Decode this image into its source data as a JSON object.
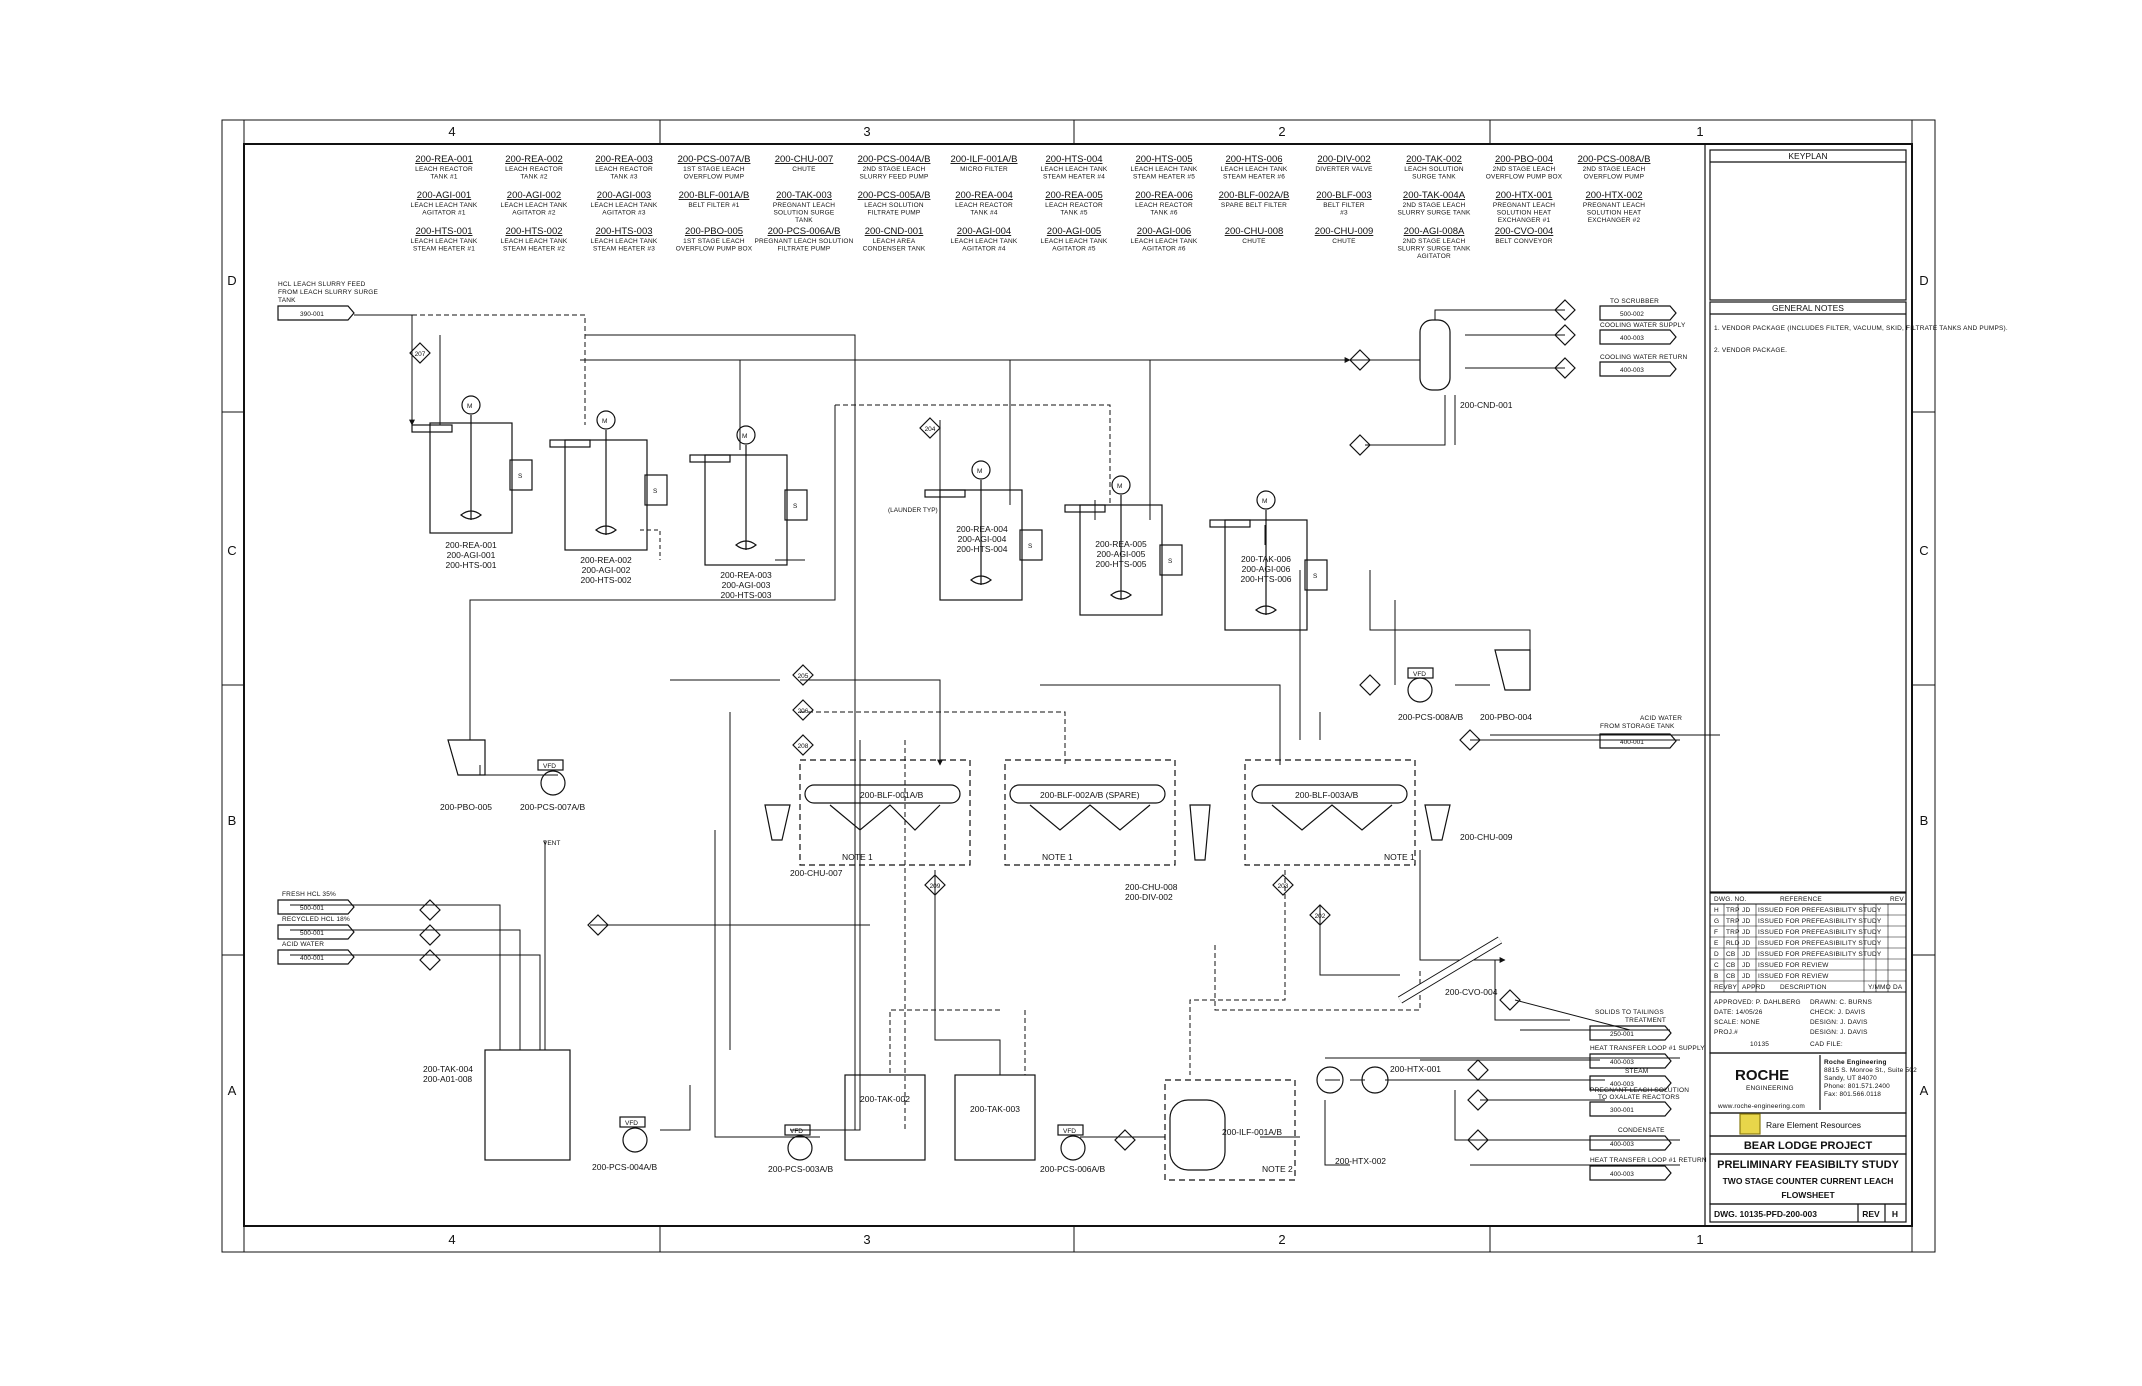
{
  "zones": {
    "columns": [
      "4",
      "3",
      "2",
      "1"
    ],
    "rows": [
      "D",
      "C",
      "B",
      "A"
    ]
  },
  "equipment_list": [
    {
      "tag": "200-REA-001",
      "desc": [
        "LEACH REACTOR",
        "TANK #1"
      ]
    },
    {
      "tag": "200-AGI-001",
      "desc": [
        "LEACH LEACH TANK",
        "AGITATOR #1"
      ]
    },
    {
      "tag": "200-HTS-001",
      "desc": [
        "LEACH LEACH TANK",
        "STEAM HEATER #1"
      ]
    },
    {
      "tag": "200-REA-002",
      "desc": [
        "LEACH REACTOR",
        "TANK #2"
      ]
    },
    {
      "tag": "200-AGI-002",
      "desc": [
        "LEACH LEACH TANK",
        "AGITATOR #2"
      ]
    },
    {
      "tag": "200-HTS-002",
      "desc": [
        "LEACH LEACH TANK",
        "STEAM HEATER #2"
      ]
    },
    {
      "tag": "200-REA-003",
      "desc": [
        "LEACH REACTOR",
        "TANK #3"
      ]
    },
    {
      "tag": "200-AGI-003",
      "desc": [
        "LEACH LEACH TANK",
        "AGITATOR #3"
      ]
    },
    {
      "tag": "200-HTS-003",
      "desc": [
        "LEACH LEACH TANK",
        "STEAM HEATER #3"
      ]
    },
    {
      "tag": "200-PCS-007A/B",
      "desc": [
        "1ST STAGE LEACH",
        "OVERFLOW PUMP"
      ]
    },
    {
      "tag": "200-BLF-001A/B",
      "desc": [
        "BELT FILTER #1"
      ]
    },
    {
      "tag": "200-PBO-005",
      "desc": [
        "1ST STAGE LEACH",
        "OVERFLOW PUMP BOX"
      ]
    },
    {
      "tag": "200-CHU-007",
      "desc": [
        "CHUTE"
      ]
    },
    {
      "tag": "200-TAK-003",
      "desc": [
        "PREGNANT LEACH",
        "SOLUTION SURGE",
        "TANK"
      ]
    },
    {
      "tag": "200-PCS-006A/B",
      "desc": [
        "PREGNANT LEACH SOLUTION",
        "FILTRATE PUMP"
      ]
    },
    {
      "tag": "200-PCS-004A/B",
      "desc": [
        "2ND STAGE LEACH",
        "SLURRY FEED PUMP"
      ]
    },
    {
      "tag": "200-PCS-005A/B",
      "desc": [
        "LEACH SOLUTION",
        "FILTRATE PUMP"
      ]
    },
    {
      "tag": "200-CND-001",
      "desc": [
        "LEACH AREA",
        "CONDENSER TANK"
      ]
    },
    {
      "tag": "200-ILF-001A/B",
      "desc": [
        "MICRO FILTER"
      ]
    },
    {
      "tag": "200-REA-004",
      "desc": [
        "LEACH REACTOR",
        "TANK #4"
      ]
    },
    {
      "tag": "200-AGI-004",
      "desc": [
        "LEACH LEACH TANK",
        "AGITATOR #4"
      ]
    },
    {
      "tag": "200-HTS-004",
      "desc": [
        "LEACH LEACH TANK",
        "STEAM HEATER #4"
      ]
    },
    {
      "tag": "200-REA-005",
      "desc": [
        "LEACH REACTOR",
        "TANK #5"
      ]
    },
    {
      "tag": "200-AGI-005",
      "desc": [
        "LEACH LEACH TANK",
        "AGITATOR #5"
      ]
    },
    {
      "tag": "200-HTS-005",
      "desc": [
        "LEACH LEACH TANK",
        "STEAM HEATER #5"
      ]
    },
    {
      "tag": "200-REA-006",
      "desc": [
        "LEACH REACTOR",
        "TANK #6"
      ]
    },
    {
      "tag": "200-AGI-006",
      "desc": [
        "LEACH LEACH TANK",
        "AGITATOR #6"
      ]
    },
    {
      "tag": "200-HTS-006",
      "desc": [
        "LEACH LEACH TANK",
        "STEAM HEATER #6"
      ]
    },
    {
      "tag": "200-BLF-002A/B",
      "desc": [
        "SPARE BELT FILTER"
      ]
    },
    {
      "tag": "200-CHU-008",
      "desc": [
        "CHUTE"
      ]
    },
    {
      "tag": "200-DIV-002",
      "desc": [
        "DIVERTER VALVE"
      ]
    },
    {
      "tag": "200-BLF-003",
      "desc": [
        "BELT FILTER",
        "#3"
      ]
    },
    {
      "tag": "200-CHU-009",
      "desc": [
        "CHUTE"
      ]
    },
    {
      "tag": "200-TAK-002",
      "desc": [
        "LEACH SOLUTION",
        "SURGE TANK"
      ]
    },
    {
      "tag": "200-TAK-004A",
      "desc": [
        "2ND STAGE LEACH",
        "SLURRY SURGE TANK"
      ]
    },
    {
      "tag": "200-AGI-008A",
      "desc": [
        "2ND STAGE LEACH",
        "SLURRY SURGE TANK",
        "AGITATOR"
      ]
    },
    {
      "tag": "200-PBO-004",
      "desc": [
        "2ND STAGE LEACH",
        "OVERFLOW PUMP BOX"
      ]
    },
    {
      "tag": "200-HTX-001",
      "desc": [
        "PREGNANT LEACH",
        "SOLUTION HEAT",
        "EXCHANGER #1"
      ]
    },
    {
      "tag": "200-CVO-004",
      "desc": [
        "BELT CONVEYOR"
      ]
    },
    {
      "tag": "200-PCS-008A/B",
      "desc": [
        "2ND STAGE LEACH",
        "OVERFLOW PUMP"
      ]
    },
    {
      "tag": "200-HTX-002",
      "desc": [
        "PREGNANT LEACH",
        "SOLUTION HEAT",
        "EXCHANGER #2"
      ]
    }
  ],
  "streams": {
    "feed": {
      "desc": [
        "HCL LEACH SLURRY FEED",
        "FROM LEACH SLURRY SURGE",
        "TANK"
      ],
      "tag": "390-001"
    },
    "to_scrubber": {
      "desc": [
        "TO SCRUBBER"
      ],
      "tag": "500-002"
    },
    "cw_supply": {
      "desc": [
        "COOLING WATER SUPPLY"
      ],
      "tag": "400-003"
    },
    "cw_return": {
      "desc": [
        "COOLING WATER RETURN"
      ],
      "tag": "400-003"
    },
    "acid_water_storage": {
      "desc": [
        "ACID WATER",
        "FROM STORAGE TANK"
      ],
      "tag": "400-001"
    },
    "fresh_hcl": {
      "desc": [
        "FRESH HCL 35%"
      ],
      "tag": "500-001"
    },
    "recycled_hcl": {
      "desc": [
        "RECYCLED HCL 18%"
      ],
      "tag": "500-001"
    },
    "acid_water": {
      "desc": [
        "ACID WATER"
      ],
      "tag": "400-001"
    },
    "solids_tailings": {
      "desc": [
        "SOLIDS TO TAILINGS",
        "TREATMENT"
      ],
      "tag": "250-001"
    },
    "htl_supply": {
      "desc": [
        "HEAT TRANSFER LOOP #1 SUPPLY"
      ],
      "tag": "400-003"
    },
    "steam": {
      "desc": [
        "STEAM"
      ],
      "tag": "400-003"
    },
    "pls_oxalate": {
      "desc": [
        "PREGNANT LEACH SOLUTION",
        "TO OXALATE REACTORS"
      ],
      "tag": "300-001"
    },
    "condensate": {
      "desc": [
        "CONDENSATE"
      ],
      "tag": "400-003"
    },
    "htl_return": {
      "desc": [
        "HEAT TRANSFER LOOP #1 RETURN"
      ],
      "tag": "400-003"
    }
  },
  "drawing_labels": {
    "tank1": [
      "200-REA-001",
      "200-AGI-001",
      "200-HTS-001"
    ],
    "tank2": [
      "200-REA-002",
      "200-AGI-002",
      "200-HTS-002"
    ],
    "tank3": [
      "200-REA-003",
      "200-AGI-003",
      "200-HTS-003"
    ],
    "tank4": [
      "200-REA-004",
      "200-AGI-004",
      "200-HTS-004"
    ],
    "tank5": [
      "200-REA-005",
      "200-AGI-005",
      "200-HTS-005"
    ],
    "tank6": [
      "200-TAK-006",
      "200-AGI-006",
      "200-HTS-006"
    ],
    "condenser": "200-CND-001",
    "pbo005": "200-PBO-005",
    "pcs007": "200-PCS-007A/B",
    "pbo004": "200-PBO-004",
    "pcs008": "200-PCS-008A/B",
    "blf001": "200-BLF-001A/B",
    "blf002": "200-BLF-002A/B (SPARE)",
    "blf003": "200-BLF-003A/B",
    "chu007": "200-CHU-007",
    "chu008": [
      "200-CHU-008",
      "200-DIV-002"
    ],
    "chu009": "200-CHU-009",
    "cvo004": "200-CVO-004",
    "tak004": [
      "200-TAK-004",
      "200-A01-008"
    ],
    "pcs004": "200-PCS-004A/B",
    "pcs003": "200-PCS-003A/B",
    "tak002": "200-TAK-002",
    "tak003": "200-TAK-003",
    "pcs006": "200-PCS-006A/B",
    "ilf001": "200-ILF-001A/B",
    "htx001": "200-HTX-001",
    "htx002": "200-HTX-002",
    "note1": "NOTE 1",
    "note2": "NOTE 2",
    "vfd": "VFD",
    "vent": "VENT",
    "launder": "(LAUNDER TYP)",
    "motor": "M",
    "heater": "S",
    "inst": [
      "207",
      "204",
      "205",
      "206",
      "208",
      "209",
      "203",
      "202"
    ]
  },
  "keyplan": {
    "title": "KEYPLAN"
  },
  "general_notes": {
    "title": "GENERAL NOTES",
    "items": [
      "1.  VENDOR PACKAGE (INCLUDES FILTER, VACUUM, SKID, FILTRATE TANKS AND PUMPS).",
      "2.  VENDOR PACKAGE."
    ]
  },
  "revision_table": {
    "headers": [
      "DWG. NO.",
      "REFERENCE",
      "REV"
    ],
    "rows": [
      [
        "H",
        "TRP",
        "JD",
        "ISSUED FOR PREFEASIBILITY STUDY"
      ],
      [
        "G",
        "TRP",
        "JD",
        "ISSUED FOR PREFEASIBILITY STUDY"
      ],
      [
        "F",
        "TRP",
        "JD",
        "ISSUED FOR PREFEASIBILITY STUDY"
      ],
      [
        "E",
        "RLD",
        "JD",
        "ISSUED FOR PREFEASIBILITY STUDY"
      ],
      [
        "D",
        "CB",
        "JD",
        "ISSUED FOR PREFEASIBILITY STUDY"
      ],
      [
        "C",
        "CB",
        "JD",
        "ISSUED FOR REVIEW"
      ],
      [
        "B",
        "CB",
        "JD",
        "ISSUED FOR REVIEW"
      ]
    ],
    "footer": [
      "REV",
      "BY",
      "APPRD",
      "DESCRIPTION",
      "Y/M",
      "MO",
      "DA"
    ]
  },
  "title_block": {
    "approved": "APPROVED: P. DAHLBERG",
    "drawn": "DRAWN: C. BURNS",
    "date": "DATE: 14/05/26",
    "check": "CHECK: J. DAVIS",
    "scale": "SCALE: NONE",
    "design": "DESIGN: J. DAVIS",
    "proj": "PROJ.#",
    "proj_no": "10135",
    "designed": "DESIGN: J. DAVIS",
    "cad": "CAD FILE:",
    "company": "Roche Engineering",
    "address": [
      "8815 S. Monroe St., Suite 502",
      "Sandy, UT 84070",
      "Phone: 801.571.2400",
      "Fax: 801.566.0118"
    ],
    "logo": "ROCHE",
    "logo_sub": "ENGINEERING",
    "website": "www.roche-engineering.com",
    "client": "Rare Element Resources",
    "project": "BEAR LODGE PROJECT",
    "study": "PRELIMINARY FEASIBILTY STUDY",
    "subtitle": "TWO STAGE COUNTER CURRENT LEACH",
    "sheet": "FLOWSHEET",
    "dwg": "DWG. 10135-PFD-200-003",
    "rev_label": "REV",
    "rev": "H"
  }
}
